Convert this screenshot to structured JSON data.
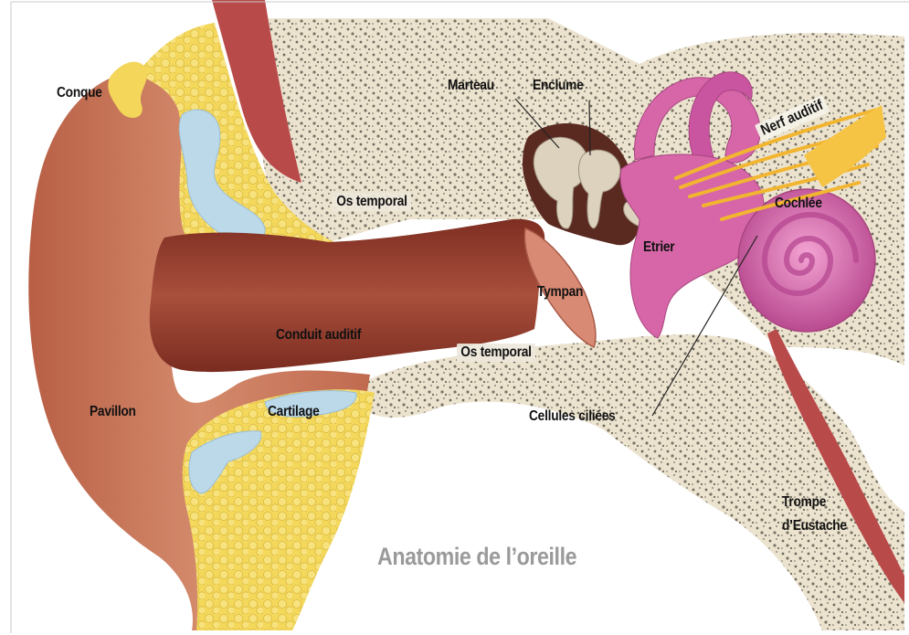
{
  "labels": {
    "conque": "Conque",
    "marteau": "Marteau",
    "enclume": "Enclume",
    "nerf_auditif": "Nerf auditif",
    "os_temporal_upper": "Os temporal",
    "cochlee": "Cochlée",
    "etrier": "Etrier",
    "tympan": "Tympan",
    "conduit_auditif": "Conduit auditif",
    "os_temporal_lower": "Os temporal",
    "pavillon": "Pavillon",
    "cartilage": "Cartilage",
    "cellules_ciliees": "Cellules ciliées",
    "trompe_line1": "Trompe",
    "trompe_line2": "d’Eustache"
  },
  "title": "Anatomie de l’oreille",
  "colors": {
    "skin": "#c9765c",
    "canal": "#8e3a2c",
    "bone": "#ece3cf",
    "bone_dots": "#6e6a5e",
    "fat": "#f3d65a",
    "cartilage": "#bcd9ea",
    "muscle": "#b94a4a",
    "inner_ear": "#d666a8",
    "nerve": "#f2b530",
    "title": "#9a9a9a"
  }
}
